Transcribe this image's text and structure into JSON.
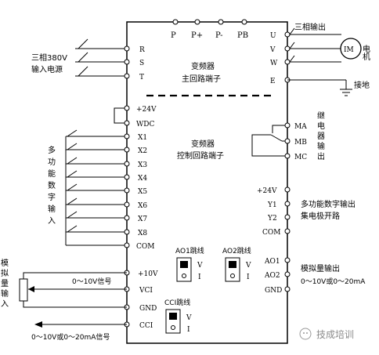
{
  "top_terminals": [
    "P",
    "P+",
    "P-",
    "PB"
  ],
  "input": {
    "label_line1": "三相380V",
    "label_line2": "输入电源",
    "terminals": [
      "R",
      "S",
      "T"
    ]
  },
  "main_circuit": {
    "line1": "变频器",
    "line2": "主回路端子"
  },
  "output": {
    "terminals": [
      "U",
      "V",
      "W",
      "E"
    ],
    "label": "三相输出",
    "motor": "IM",
    "motor_label": "电机",
    "ground_label": "接地"
  },
  "left_terminals": [
    "+24V",
    "WDC",
    "X1",
    "X2",
    "X3",
    "X4",
    "X5",
    "X6",
    "X7",
    "X8",
    "COM",
    "+10V",
    "VCI",
    "GND",
    "CCI"
  ],
  "multi_input_label": "多功能数字输入",
  "control_circuit": {
    "line1": "变频器",
    "line2": "控制回路端子"
  },
  "relay": {
    "terminals": [
      "MA",
      "MB",
      "MC"
    ],
    "label": "继电器输出"
  },
  "right_terminals": [
    "+24V",
    "Y1",
    "Y2",
    "COM"
  ],
  "collector_output": {
    "line1": "多功能数字输出",
    "line2": "集电极开路"
  },
  "analog_right": {
    "terminals": [
      "AO1",
      "AO2",
      "GND"
    ],
    "line1": "模拟量输出",
    "line2": "0～10V或0～20mA"
  },
  "jumpers": {
    "ao1": "AO1跳线",
    "ao2": "AO2跳线",
    "cci": "CCI跳线",
    "v": "V",
    "i": "I"
  },
  "analog_left": {
    "label": "模拟量输入",
    "signal_v": "0～10V信号",
    "signal_i": "0～10V或0～20mA信号"
  },
  "watermark": "技成培训"
}
